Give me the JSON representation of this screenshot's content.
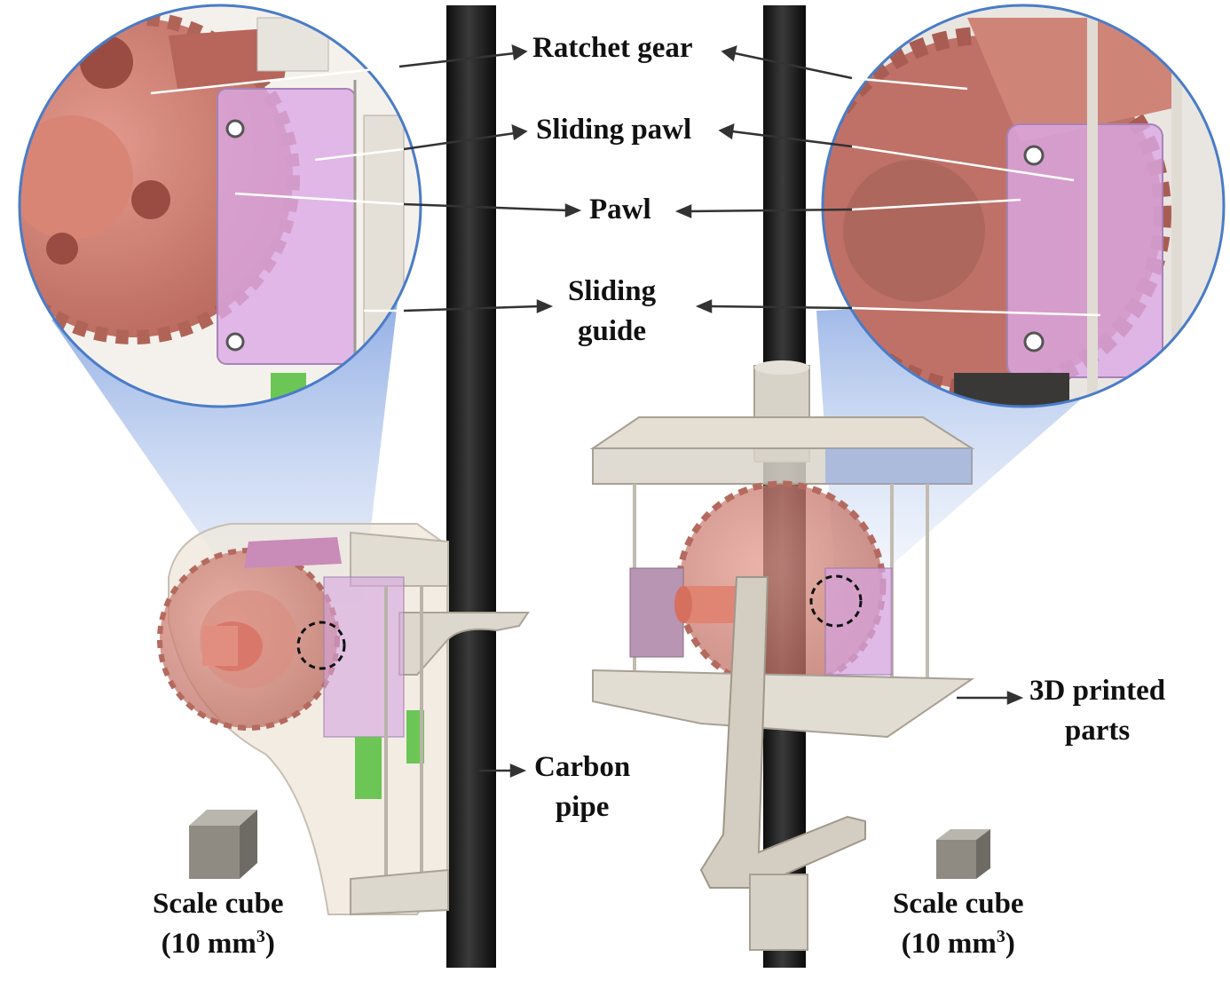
{
  "labels": {
    "ratchet_gear": "Ratchet gear",
    "sliding_pawl": "Sliding pawl",
    "pawl": "Pawl",
    "sliding_guide_line1": "Sliding",
    "sliding_guide_line2": "guide",
    "printed_parts_line1": "3D printed",
    "printed_parts_line2": "parts",
    "carbon_pipe_line1": "Carbon",
    "carbon_pipe_line2": "pipe",
    "scale_cube_left_line1": "Scale cube",
    "scale_cube_left_line2": "(10 mm",
    "scale_cube_left_sup": "3",
    "scale_cube_left_close": ")",
    "scale_cube_right_line1": "Scale cube",
    "scale_cube_right_line2": "(10 mm",
    "scale_cube_right_sup": "3",
    "scale_cube_right_close": ")"
  },
  "colors": {
    "zoom_circle_border": "#4a7cc7",
    "zoom_cone": "#9db8ea",
    "ratchet_gear": "#c7776b",
    "sliding_pawl": "#d9a6e0",
    "carbon_pipe": "#1e1e1e",
    "printed_part": "#d8d4cc",
    "scale_cube": "#8f8b82",
    "green_part": "#6bc655"
  }
}
